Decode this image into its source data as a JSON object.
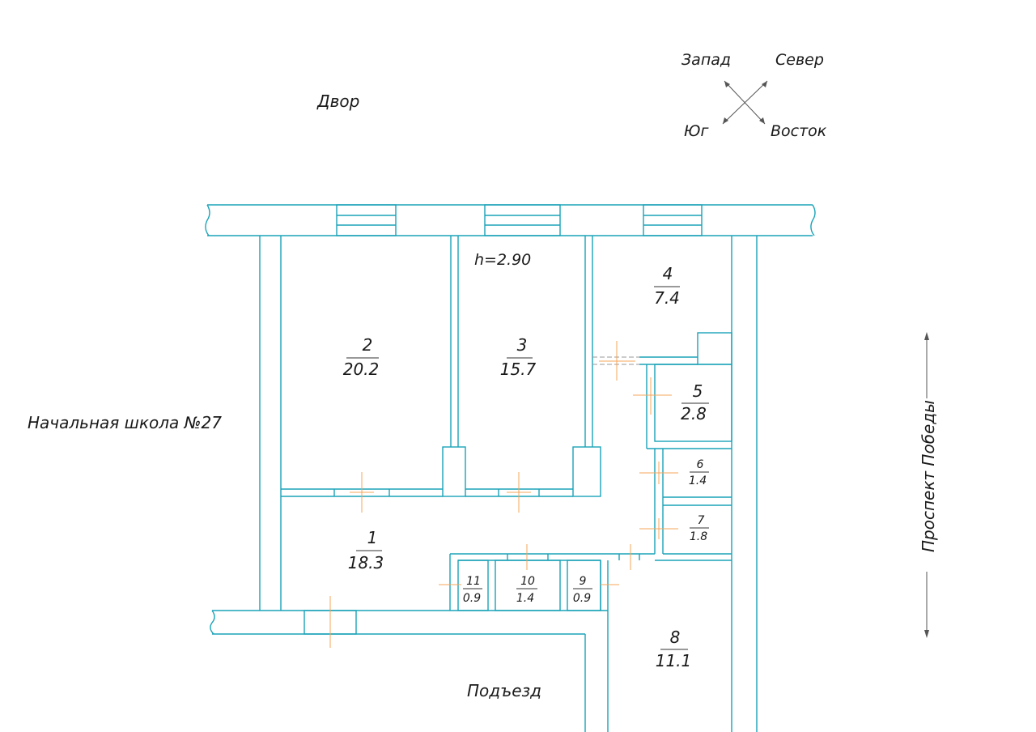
{
  "labels": {
    "yard": "Двор",
    "school": "Начальная школа №27",
    "avenue": "Проспект Победы",
    "entrance": "Подъезд",
    "ceiling_height": "h=2.90"
  },
  "compass": {
    "west": "Запад",
    "north": "Север",
    "south": "Юг",
    "east": "Восток"
  },
  "rooms": [
    {
      "number": "1",
      "area": "18.3"
    },
    {
      "number": "2",
      "area": "20.2"
    },
    {
      "number": "3",
      "area": "15.7"
    },
    {
      "number": "4",
      "area": "7.4"
    },
    {
      "number": "5",
      "area": "2.8"
    },
    {
      "number": "6",
      "area": "1.4"
    },
    {
      "number": "7",
      "area": "1.8"
    },
    {
      "number": "8",
      "area": "11.1"
    },
    {
      "number": "9",
      "area": "0.9"
    },
    {
      "number": "10",
      "area": "1.4"
    },
    {
      "number": "11",
      "area": "0.9"
    }
  ],
  "colors": {
    "walls": "#1aa3b8",
    "doors": "#f5a45a",
    "text": "#1a1a1a"
  }
}
